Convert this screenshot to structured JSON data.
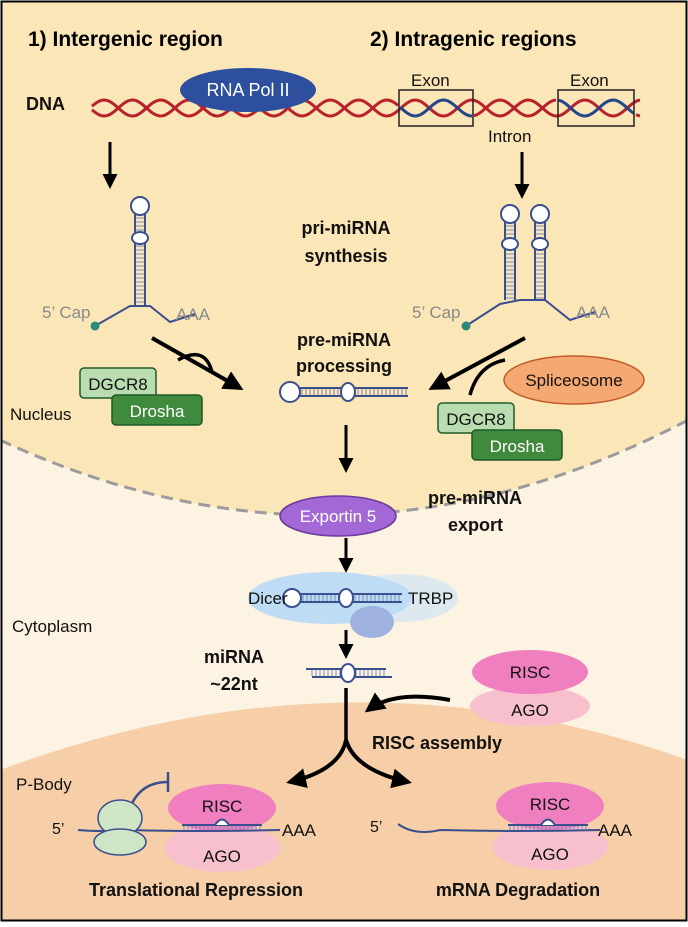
{
  "header": {
    "intergenic": "1) Intergenic region",
    "intragenic": "2) Intragenic regions"
  },
  "dna": {
    "label": "DNA",
    "polymerase": "RNA Pol II",
    "exon_left": "Exon",
    "exon_right": "Exon",
    "intron": "Intron"
  },
  "steps": {
    "pri_line1": "pri-miRNA",
    "pri_line2": "synthesis",
    "pre_proc_line1": "pre-miRNA",
    "pre_proc_line2": "processing",
    "export_line1": "pre-miRNA",
    "export_line2": "export",
    "mirna_line1": "miRNA",
    "mirna_line2": "~22nt",
    "risc_assembly": "RISC assembly"
  },
  "labels": {
    "cap_left": "5’ Cap",
    "polya_left": "AAA",
    "cap_right": "5’ Cap",
    "polya_right": "AAA",
    "nucleus": "Nucleus",
    "cytoplasm": "Cytoplasm",
    "pbody": "P-Body"
  },
  "proteins": {
    "dgcr8_left": "DGCR8",
    "drosha_left": "Drosha",
    "dgcr8_right": "DGCR8",
    "drosha_right": "Drosha",
    "spliceosome": "Spliceosome",
    "exportin": "Exportin 5",
    "dicer": "Dicer",
    "trbp": "TRBP",
    "risc_free": "RISC",
    "ago_free": "AGO",
    "risc_left": "RISC",
    "ago_left": "AGO",
    "risc_right": "RISC",
    "ago_right": "AGO"
  },
  "outcomes": {
    "left_5p": "5’",
    "left_aaa": "AAA",
    "right_5p": "5’",
    "right_aaa": "AAA",
    "translational": "Translational Repression",
    "degradation": "mRNA Degradation"
  },
  "colors": {
    "nucleus_bg": "#fbe6b8",
    "cytoplasm_bg": "#fdf3e2",
    "pbody_bg": "#f6cfa8",
    "dna_red": "#b8222c",
    "dna_blue": "#23458a",
    "pol_blue": "#2d4f9e",
    "dgcr8": "#b9ddb0",
    "drosha": "#3f8a3c",
    "spliceosome": "#f6a873",
    "exportin": "#a467d6",
    "dicer": "#bfdcf5",
    "risc": "#f07fbf",
    "ago": "#f7c0cc",
    "rna": "#3a4f8e"
  }
}
